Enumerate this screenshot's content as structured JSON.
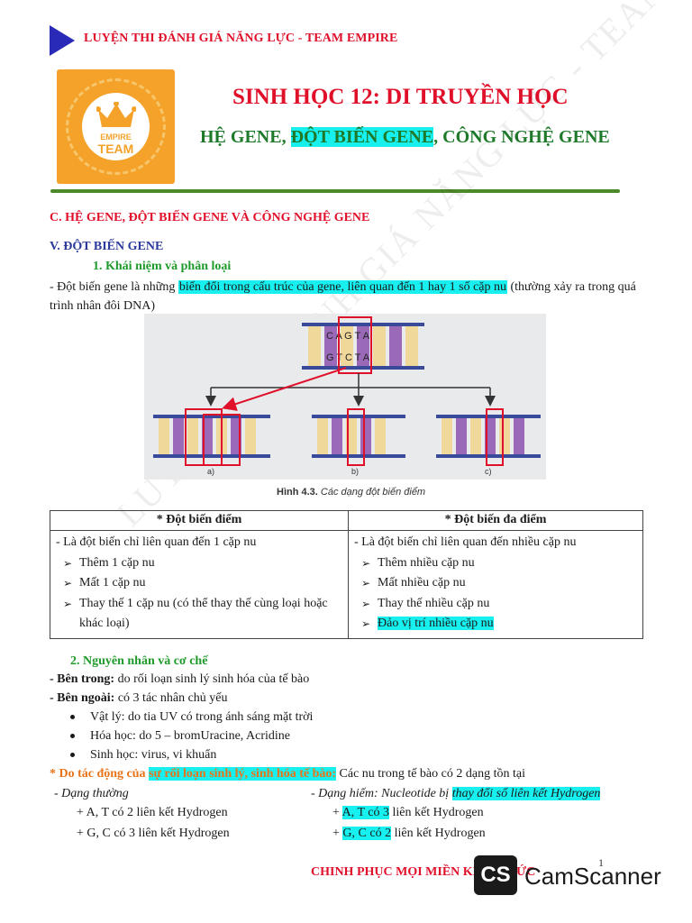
{
  "header": {
    "banner": "LUYỆN THI ĐÁNH GIÁ NĂNG LỰC - TEAM EMPIRE",
    "logo_top": "EMPIRE",
    "logo_bottom": "TEAM",
    "title": "SINH HỌC 12: DI TRUYỀN HỌC",
    "subtitle_a": "HỆ GENE, ",
    "subtitle_hl": "ĐỘT BIẾN GENE",
    "subtitle_b": ", CÔNG NGHỆ GENE"
  },
  "section_c": "C. HỆ GENE, ĐỘT BIẾN GENE VÀ CÔNG NGHỆ GENE",
  "section_v": "V. ĐỘT BIẾN GENE",
  "sub1": "1. Khái niệm và phân loại",
  "definition": {
    "a": "- Đột biến gene là những ",
    "hl": "biến đổi trong cấu trúc của gene, liên quan đến 1 hay 1 số cặp nu",
    "b": " (thường xảy ra trong quá trình nhân đôi DNA)"
  },
  "figure": {
    "top_strand_top": [
      "C",
      "A",
      "G",
      "T",
      "A"
    ],
    "top_strand_bottom": [
      "G",
      "T",
      "C",
      "T",
      "A"
    ],
    "panel_labels": [
      "a)",
      "b)",
      "c)"
    ],
    "caption_bold": "Hình 4.3.",
    "caption_italic": "Các dạng đột biến điểm"
  },
  "table": {
    "headers": [
      "* Đột biến điểm",
      "* Đột biến đa điểm"
    ],
    "left_lead": "- Là đột biến chỉ liên quan đến 1 cặp nu",
    "left_items": [
      "Thêm 1 cặp nu",
      "Mất 1 cặp nu",
      "Thay thế 1 cặp nu (có thể thay thế cùng loại hoặc khác loại)"
    ],
    "right_lead": "- Là đột biến chỉ liên quan đến nhiều cặp nu",
    "right_items": [
      "Thêm nhiều cặp nu",
      "Mất nhiều cặp nu",
      "Thay thế nhiều cặp nu",
      "Đảo vị trí nhiều cặp nu"
    ]
  },
  "sub2": "2. Nguyên nhân và cơ chế",
  "causes": {
    "inner_label": "- Bên trong:",
    "inner_text": " do rối loạn sinh lý sinh hóa của tế bào",
    "outer_label": "- Bên ngoài:",
    "outer_text": " có 3 tác nhân chủ yếu",
    "bullets": [
      "Vật lý: do tia UV có trong ánh sáng mặt trời",
      "Hóa học: do 5 – bromUracine, Acridine",
      "Sinh học: virus, vi khuẩn"
    ]
  },
  "mechanism": {
    "lead": "* Do tác động của ",
    "hl": "sự rối loạn sinh lý, sinh hóa tế bào:",
    "rest": " Các nu trong tế bào có 2 dạng tồn tại"
  },
  "forms": {
    "normal_title": "- Dạng thường",
    "normal_1": "+ A, T có 2 liên kết Hydrogen",
    "normal_2": "+ G, C có 3 liên kết Hydrogen",
    "rare_title": "- Dạng hiếm: Nucleotide bị ",
    "rare_hl": "thay đổi số liên kết Hydrogen",
    "rare_1_hl": "A, T có 3",
    "rare_1_rest": " liên kết Hydrogen",
    "rare_2_hl": "G, C có 2",
    "rare_2_rest": " liên kết Hydrogen",
    "plus": "+ "
  },
  "footer": "CHINH PHỤC MỌI MIỀN KIẾN THỨC",
  "page_number": "1",
  "scanner": {
    "badge": "CS",
    "name": "CamScanner"
  },
  "colors": {
    "accent_red": "#e0102a",
    "green": "#1e9a2a",
    "highlight": "#18f0f0",
    "orange": "#e8741a"
  }
}
